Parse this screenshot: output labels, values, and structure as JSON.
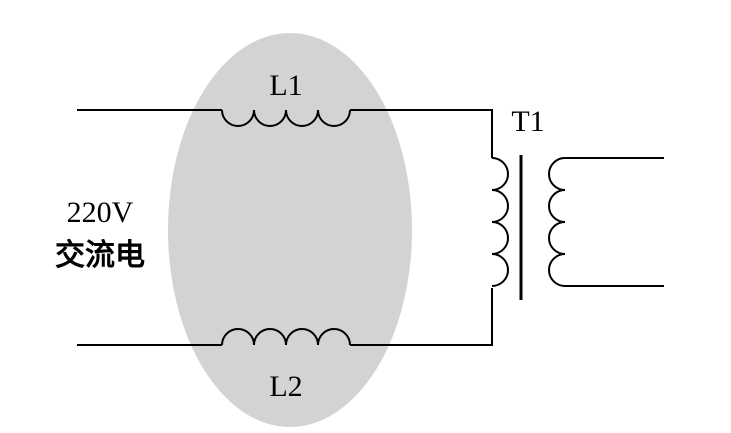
{
  "labels": {
    "l1": "L1",
    "l2": "L2",
    "t1": "T1",
    "voltage": "220V",
    "source": "交流电"
  },
  "colors": {
    "highlight": "#d3d3d3",
    "line": "#000000"
  }
}
